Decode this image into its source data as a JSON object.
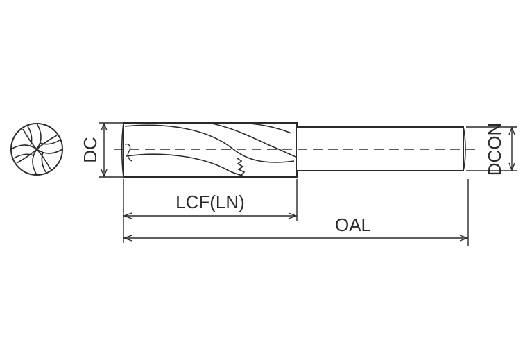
{
  "labels": {
    "dc": "DC",
    "lcf": "LCF(LN)",
    "oal": "OAL",
    "dcon": "DCON"
  },
  "colors": {
    "line": "#2a2a2a",
    "background": "#ffffff"
  }
}
